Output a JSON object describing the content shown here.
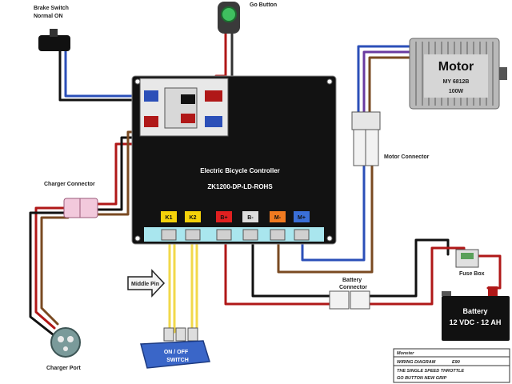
{
  "labels": {
    "brake_switch_line1": "Brake Switch",
    "brake_switch_line2": "Normal ON",
    "go_button": "Go Button",
    "motor_connector": "Motor Connector",
    "charger_connector": "Charger Connector",
    "charger_port": "Charger Port",
    "middle_pin": "Middle Pin",
    "on_off_line1": "ON / OFF",
    "on_off_line2": "SWITCH",
    "battery_connector_line1": "Battery",
    "battery_connector_line2": "Connector",
    "fuse_box": "Fuse Box"
  },
  "controller": {
    "title_line1": "Electric Bicycle Controller",
    "title_line2": "ZK1200-DP-LD-ROHS",
    "terminals": [
      {
        "label": "K1",
        "color": "#f5d20a"
      },
      {
        "label": "K2",
        "color": "#f5d20a"
      },
      {
        "label": "B+",
        "color": "#e02020"
      },
      {
        "label": "B-",
        "color": "#dddddd"
      },
      {
        "label": "M-",
        "color": "#f07a20"
      },
      {
        "label": "M+",
        "color": "#3a6fd8"
      }
    ]
  },
  "motor": {
    "title": "Motor",
    "model": "MY 6812B",
    "power": "100W"
  },
  "battery": {
    "title": "Battery",
    "spec": "12 VDC - 12 AH"
  },
  "legend": {
    "header": "Monster",
    "row1_label": "WIRING DIAGRAM",
    "row1_value": "E90",
    "row2": "THE SINGLE SPEED THROTTLE",
    "row3": "GO BUTTON NEW GRIP"
  },
  "colors": {
    "wire_red": "#b01818",
    "wire_black": "#111111",
    "wire_blue": "#2b4fb8",
    "wire_brown": "#7a4a22",
    "wire_purple": "#6a3aa0",
    "wire_yellow": "#f2d84a",
    "controller_body": "#121212"
  }
}
